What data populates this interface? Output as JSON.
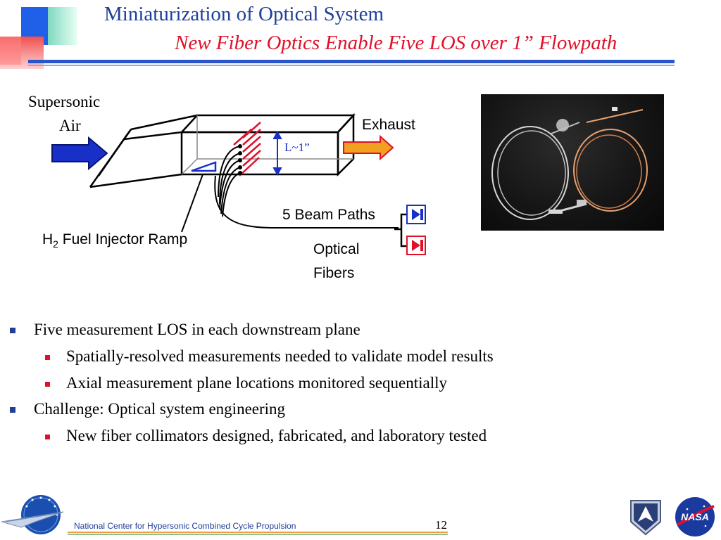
{
  "header": {
    "title": "Miniaturization of Optical System",
    "subtitle": "New Fiber Optics Enable Five LOS over 1” Flowpath",
    "accent_blue": "#1f3f99",
    "accent_red": "#e0102a"
  },
  "diagram": {
    "inlet_label_line1": "Supersonic",
    "inlet_label_line2": "Air",
    "exhaust_label": "Exhaust",
    "length_label": "L~1”",
    "beam_paths_label": "5 Beam Paths",
    "fuel_label_prefix": "H",
    "fuel_label_subscript": "2",
    "fuel_label_suffix": " Fuel Injector Ramp",
    "fibers_label_line1": "Optical",
    "fibers_label_line2": "Fibers",
    "arrow_in_color": "#1830c8",
    "arrow_out_color": "#f2a020",
    "beam_color": "#e0102a"
  },
  "photo": {
    "icon": "fiber-optic-cables-photo"
  },
  "bullets": [
    {
      "level": 1,
      "text": "Five measurement LOS in each downstream plane"
    },
    {
      "level": 2,
      "text": "Spatially-resolved measurements needed to validate model results"
    },
    {
      "level": 2,
      "text": "Axial measurement plane locations monitored sequentially"
    },
    {
      "level": 1,
      "text": "Challenge: Optical system engineering"
    },
    {
      "level": 2,
      "text": "New fiber collimators designed, fabricated, and laboratory tested"
    }
  ],
  "footer": {
    "text": "National Center for Hypersonic Combined Cycle Propulsion",
    "page_number": "12",
    "logo_left": "ncp-jet-globe-logo",
    "logo_af": "air-force-academy-logo",
    "logo_nasa": "nasa-logo"
  }
}
